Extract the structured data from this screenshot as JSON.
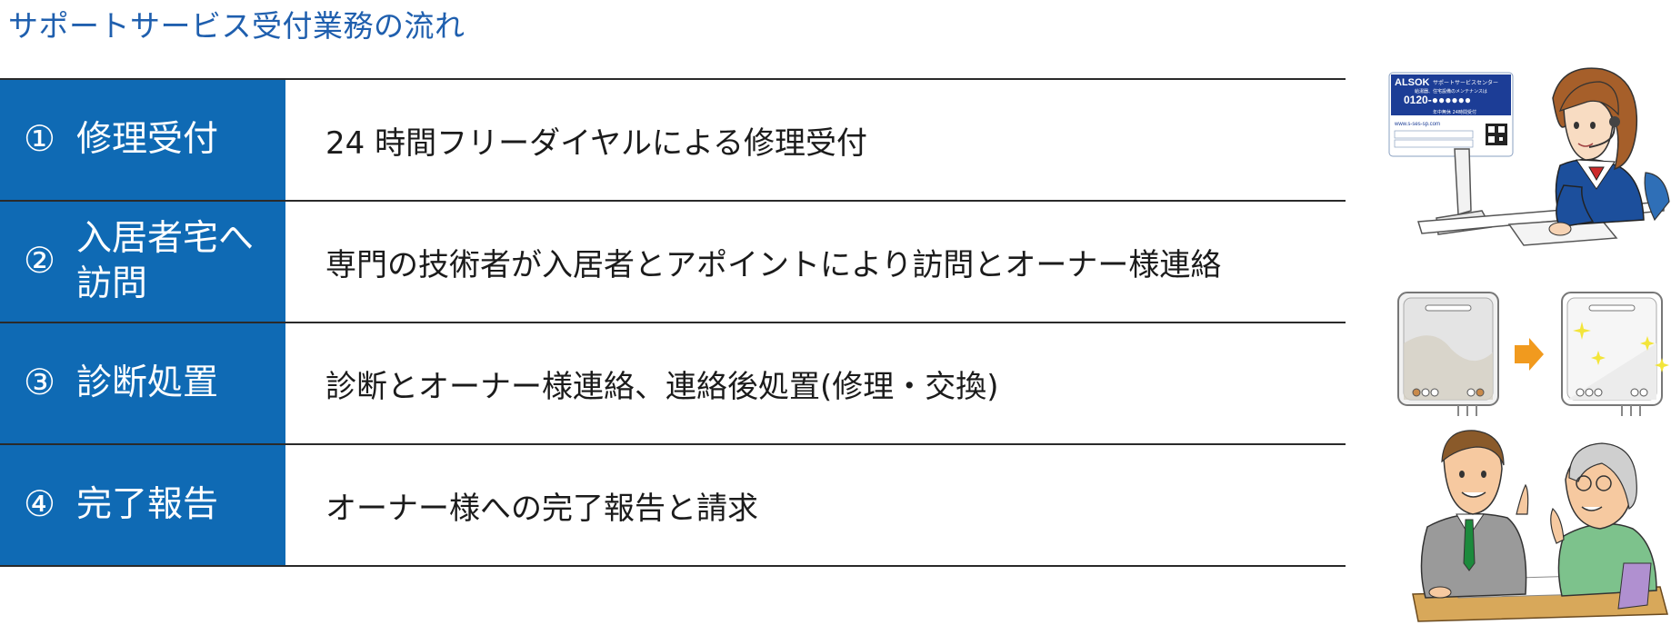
{
  "page_title": "サポートサービス受付業務の流れ",
  "steps": [
    {
      "num": "①",
      "title": "修理受付",
      "description": "24 時間フリーダイヤルによる修理受付"
    },
    {
      "num": "②",
      "title": "入居者宅へ\n訪問",
      "description": "専門の技術者が入居者とアポイントにより訪問とオーナー様連絡"
    },
    {
      "num": "③",
      "title": "診断処置",
      "description": "診断とオーナー様連絡、連絡後処置(修理・交換)"
    },
    {
      "num": "④",
      "title": "完了報告",
      "description": "オーナー様への完了報告と請求"
    }
  ],
  "sticker": {
    "brand": "ALSOK",
    "header": "サポートサービスセンター",
    "subheader": "給湯器、住宅設備のメンテナンスは",
    "phone": "0120-●●●●●●",
    "hours": "年中無休 24時間受付",
    "url": "www.s-ses-sp.com"
  },
  "colors": {
    "accent": "#0f6ab4",
    "title": "#1f5fae"
  },
  "icons": [
    "operator-illustration",
    "water-heater-before",
    "arrow-right-icon",
    "water-heater-after",
    "consultation-illustration"
  ]
}
